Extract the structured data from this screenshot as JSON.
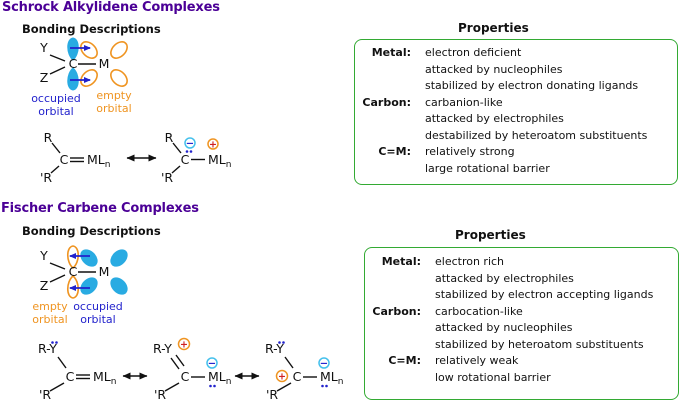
{
  "colors": {
    "heading_purple": "#4b0096",
    "box_border_green": "#33aa33",
    "occupied_orbital_cyan": "#29abe2",
    "empty_orbital_orange": "#ef9421",
    "electron_arrow_blue": "#2222cc",
    "minus_circle_cyan": "#44c0ec",
    "plus_sign_red": "#cf2020",
    "text_black": "#111111"
  },
  "labels": {
    "R": "R",
    "Rprime": "'R",
    "C": "C",
    "M": "M",
    "ML": "ML",
    "n": "n",
    "Y": "Y",
    "Z": "Z",
    "RY": "R-Y",
    "plus": "+",
    "minus": "−"
  },
  "schrock": {
    "title": "Schrock Alkylidene Complexes",
    "bonding_heading": "Bonding Descriptions",
    "orbital_labels": {
      "carbon_line1": "occupied",
      "carbon_line2": "orbital",
      "metal_line1": "empty",
      "metal_line2": "orbital"
    },
    "properties_heading": "Properties",
    "properties": {
      "rows": [
        {
          "label": "Metal:",
          "lines": [
            "electron deficient",
            "attacked by nucleophiles",
            "stabilized by electron donating ligands"
          ]
        },
        {
          "label": "Carbon:",
          "lines": [
            "carbanion-like",
            "attacked by electrophiles",
            "destabilized by heteroatom substituents"
          ]
        },
        {
          "label": "C=M:",
          "lines": [
            "relatively strong",
            "large rotational barrier"
          ]
        }
      ]
    }
  },
  "fischer": {
    "title": "Fischer Carbene Complexes",
    "bonding_heading": "Bonding Descriptions",
    "orbital_labels": {
      "carbon_line1": "empty",
      "carbon_line2": "orbital",
      "metal_line1": "occupied",
      "metal_line2": "orbital"
    },
    "properties_heading": "Properties",
    "properties": {
      "rows": [
        {
          "label": "Metal:",
          "lines": [
            "electron rich",
            "attacked by electrophiles",
            "stabilized by electron accepting ligands"
          ]
        },
        {
          "label": "Carbon:",
          "lines": [
            "carbocation-like",
            "attacked by nucleophiles",
            "stabilized by heteroatom substituents"
          ]
        },
        {
          "label": "C=M:",
          "lines": [
            "relatively weak",
            "low rotational barrier"
          ]
        }
      ]
    }
  }
}
